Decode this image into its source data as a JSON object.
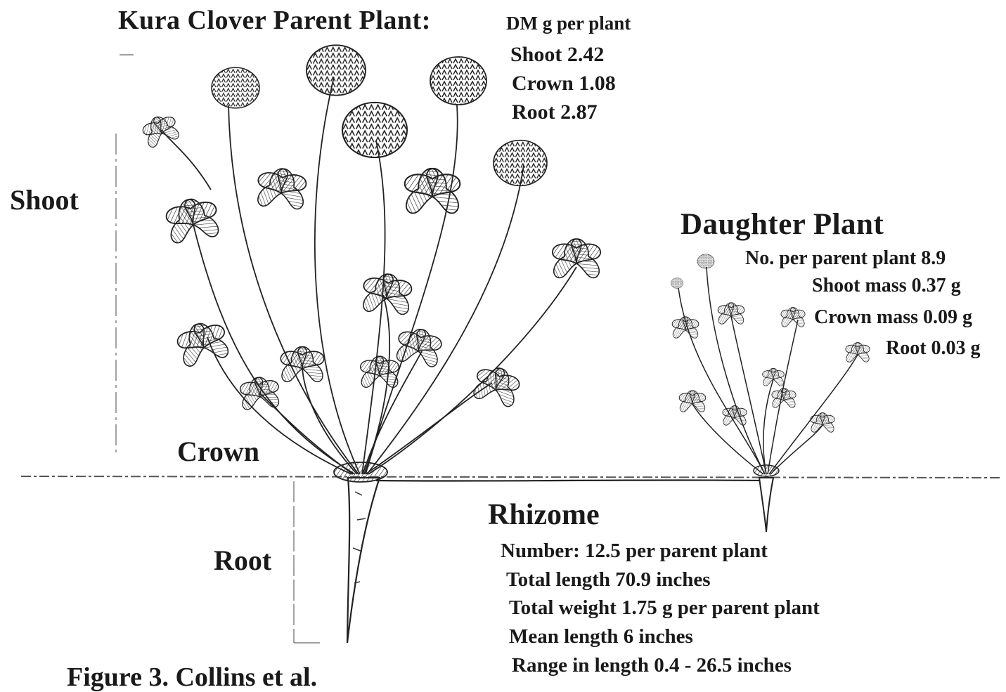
{
  "parent_plant": {
    "title": "Kura  Clover Parent Plant:",
    "unit_label": "DM  g per plant",
    "stats": [
      "Shoot 2.42",
      "Crown 1.08",
      "Root 2.87"
    ]
  },
  "section_labels": {
    "shoot": "Shoot",
    "crown": "Crown",
    "root": "Root"
  },
  "daughter_plant": {
    "title": "Daughter Plant",
    "stats": [
      "No. per  parent plant  8.9",
      "Shoot mass  0.37 g",
      "Crown mass 0.09 g",
      "Root 0.03 g"
    ]
  },
  "rhizome": {
    "title": "Rhizome",
    "stats": [
      "Number:  12.5 per parent plant",
      "Total length  70.9 inches",
      "Total weight  1.75 g per parent plant",
      "Mean length  6 inches",
      "Range in length  0.4 - 26.5 inches"
    ]
  },
  "caption": "Figure 3. Collins et al."
}
